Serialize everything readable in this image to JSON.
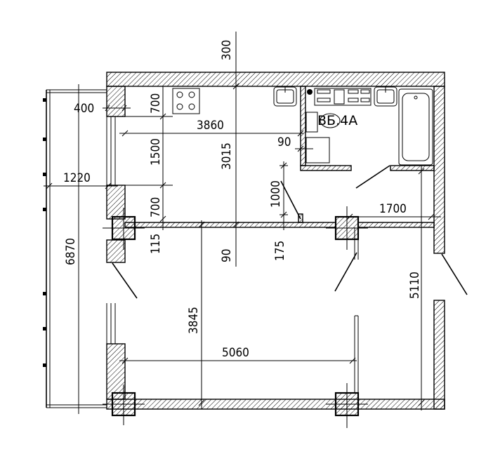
{
  "plan": {
    "apartment_label": "ВБ.4А",
    "dimensions": {
      "d_300": "300",
      "d_400": "400",
      "d_700_top": "700",
      "d_3860": "3860",
      "d_1500": "1500",
      "d_3015": "3015",
      "d_90_top": "90",
      "d_1220": "1220",
      "d_1000": "1000",
      "d_700_bottom": "700",
      "d_1700": "1700",
      "d_115": "115",
      "d_90_mid": "90",
      "d_175": "175",
      "d_6870": "6870",
      "d_5110": "5110",
      "d_3845": "3845",
      "d_5060": "5060"
    }
  }
}
